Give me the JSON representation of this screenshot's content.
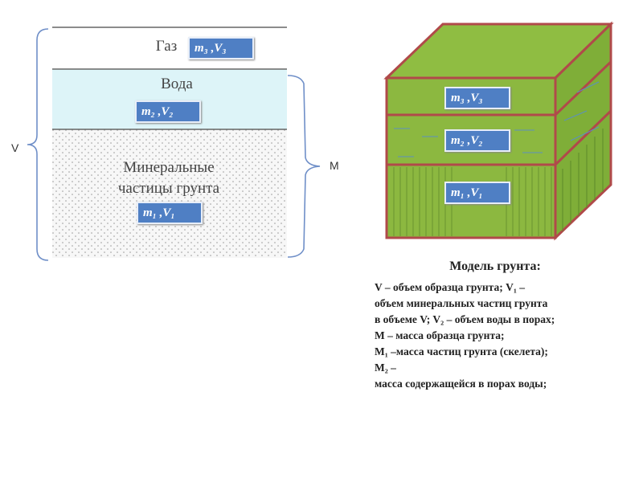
{
  "left_model": {
    "gas_label": "Газ",
    "water_label": "Вода",
    "mineral_label_line1": "Минеральные",
    "mineral_label_line2": "частицы грунта",
    "tag3": "m₃ ,V₃",
    "tag2": "m₂ ,V₂",
    "tag1": "m₁ ,V₁",
    "brace_left_label": "V",
    "brace_right_label": "M"
  },
  "cube_model": {
    "tag3": "m₃ ,V₃",
    "tag2": "m₂ ,V₂",
    "tag1": "m₁ ,V₁",
    "colors": {
      "face": "#8cb840",
      "border": "#b04a4a",
      "tag": "#4f7fc4"
    }
  },
  "caption": {
    "title": "Модель грунта:",
    "lines": [
      "V – объем образца грунта; V₁ –",
      "объем минеральных частиц грунта",
      "в объеме V; V₂ – объем воды в порах;",
      "M – масса образца грунта;",
      "M₁ –масса  частиц  грунта  (скелета);",
      "M₂ –",
      "масса содержащейся в порах воды;"
    ]
  }
}
